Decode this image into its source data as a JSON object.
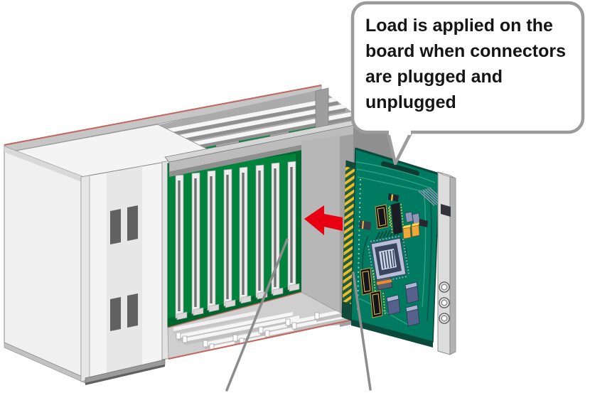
{
  "callout": {
    "lines": [
      "Load is applied on the",
      "board when connectors",
      "are plugged and",
      "unplugged"
    ]
  },
  "diagram": {
    "backplane_slot_count": 8,
    "arrow_direction": "left",
    "front_panel_connector_count": 3,
    "leader_line_count": 2
  },
  "colors": {
    "background": "#ffffff",
    "arrow_red": "#e60012",
    "backplane_green": "#00843d",
    "backplane_green_dark": "#00662e",
    "pcb_teal": "#007a60",
    "pcb_edge_dark": "#0b4a3b",
    "gold_fingers": "#f0bc2a",
    "chassis_white": "#f4f4f4",
    "chassis_gray": "#bdbdbd",
    "chassis_dark_gray": "#8f8f8f",
    "edge_accent_red": "#c4645e",
    "leader_line_gray": "#8c8c8c",
    "bubble_border_gray": "#9b9b9b"
  }
}
